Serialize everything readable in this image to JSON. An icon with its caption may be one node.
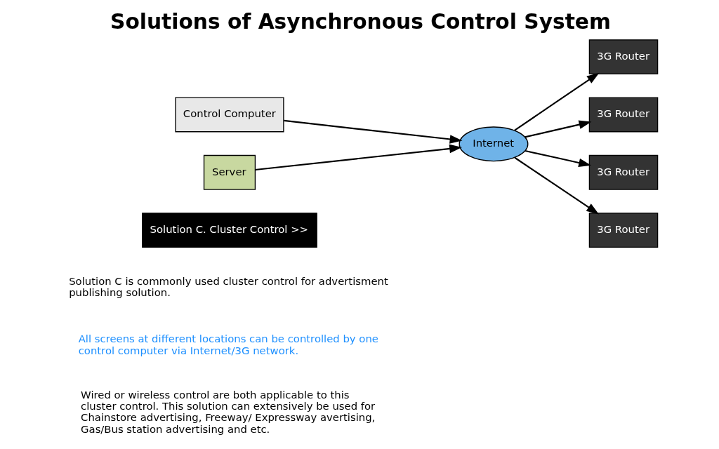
{
  "diagram": {
    "title": "Solutions of Asynchronous Control System",
    "nodes": [
      {
        "text": [
          "Solution C. Cluster Control >>"
        ]
      },
      {
        "text": [
          "Control Computer"
        ]
      },
      {
        "text": [
          "Server"
        ]
      },
      {
        "text": [
          "Internet"
        ]
      },
      {
        "text": [
          "3G Router"
        ]
      },
      {
        "text": [
          "3G Router"
        ]
      },
      {
        "text": [
          "3G Router"
        ]
      },
      {
        "text": [
          "3G Router"
        ]
      }
    ],
    "edges": [
      {
        "from": 1,
        "to": 3,
        "arrow": "to"
      },
      {
        "from": 2,
        "to": 3,
        "arrow": "to"
      },
      {
        "from": 3,
        "to": 4,
        "arrow": "to"
      },
      {
        "from": 3,
        "to": 5,
        "arrow": "to"
      },
      {
        "from": 3,
        "to": 6,
        "arrow": "to"
      },
      {
        "from": 3,
        "to": 7,
        "arrow": "to"
      }
    ],
    "labels": [
      "Solution C is commonly used cluster control for advertisment publishing solution.",
      "All screens at different locations can be controlled by one control computer via Internet/3G network.",
      "Wired or wireless control are both applicable to this cluster control. This solution can extensively be used for Chainstore advertising, Freeway/ Expressway avertising, Gas/Bus station advertising and etc."
    ]
  }
}
